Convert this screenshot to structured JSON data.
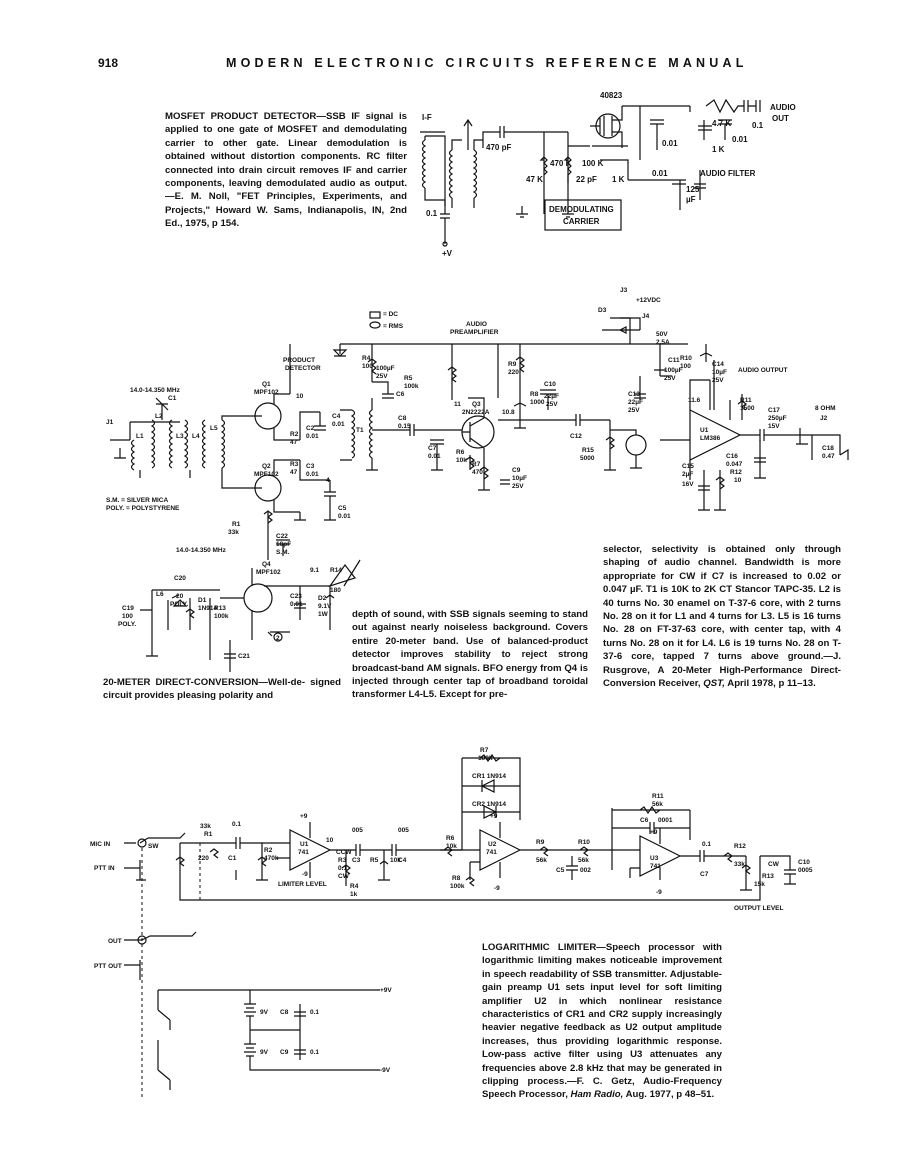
{
  "header": {
    "page_number": "918",
    "title": "MODERN ELECTRONIC CIRCUITS REFERENCE MANUAL"
  },
  "mosfet_caption": {
    "lead": "MOSFET PRODUCT DETECTOR—SSB IF signal",
    "body": "is applied to one gate of MOSFET and demodulating carrier to other gate. Linear demodulation is obtained without distortion components. RC filter connected into drain circuit removes IF and carrier components, leaving demodulated audio as output.—E. M. Noll, \"FET Principles, Experiments, and Projects,\" Howard W. Sams, Indianapolis, IN, 2nd Ed., 1975, p 154."
  },
  "mosfet_schematic": {
    "labels": [
      "40823",
      "AUDIO",
      "OUT",
      "I-F",
      "470 pF",
      "4.7 K",
      "0.1",
      "0.01",
      "0.01",
      "1 K",
      "AUDIO FILTER",
      "470 K",
      "100 K",
      "47 K",
      "22 pF",
      "1 K",
      "0.01",
      "125",
      "µF",
      "DEMODULATING",
      "CARRIER",
      "0.1",
      "+V"
    ]
  },
  "dc_schematic": {
    "legend": [
      "= DC",
      "= RMS"
    ],
    "labels": [
      "J3",
      "+12VDC",
      "D3",
      "J4",
      "50V",
      "2.5A",
      "AUDIO",
      "PREAMPLIFIER",
      "PRODUCT",
      "DETECTOR",
      "R4",
      "100",
      "100µF",
      "25V",
      "C6",
      "R9",
      "220",
      "C11",
      "100µF",
      "25V",
      "R10",
      "100",
      "C14",
      "10µF",
      "25V",
      "AUDIO OUTPUT",
      "14.0-14.350 MHz",
      "C1",
      "Q1",
      "MPF102",
      "10",
      "R5",
      "100k",
      "11",
      "C10",
      "22µF",
      "25V",
      "R8",
      "1000",
      "C13",
      "22µF",
      "25V",
      "11.6",
      "R11",
      "1500",
      "C17",
      "250µF",
      "15V",
      "8 OHM",
      "J2",
      "J1",
      "L1",
      "L2",
      "L3",
      "L4",
      "L5",
      "R2",
      "47",
      "C2",
      "0.01",
      "C4",
      "0.01",
      "T1",
      "C8",
      "0.15",
      "Q3",
      "2N2222A",
      "10.8",
      "C12",
      "U1",
      "LM386",
      "C18",
      "0.47",
      "C7",
      "0.01",
      "R6",
      "10k",
      "R7",
      "470",
      "C9",
      "10µF",
      "25V",
      "R15",
      "5000",
      "C16",
      "0.047",
      "Q2",
      "MPF102",
      "R3",
      "47",
      "C3",
      "0.01",
      "4",
      "C15",
      "2µF",
      "16V",
      "R12",
      "10",
      "S.M. = SILVER MICA",
      "POLY. = POLYSTYRENE",
      "C5",
      "0.01",
      "R1",
      "33k",
      "C22",
      "10pF",
      "S.M.",
      "14.0-14.350 MHz",
      "Q4",
      "MPF102",
      "9.1",
      "R14",
      "180",
      "C20",
      "C19",
      "100",
      "POLY.",
      "L6",
      "20",
      "POLY.",
      "D1",
      "1N914",
      "R13",
      "100k",
      "C23",
      "0.01",
      "D2",
      "9.1V",
      "1W",
      "C21",
      "2"
    ]
  },
  "dc_caption_col1": {
    "lead": "20-METER DIRECT-CONVERSION—Well-de-",
    "body": "signed circuit provides pleasing polarity and"
  },
  "dc_caption_col2": {
    "body": "depth of sound, with SSB signals seeming to stand out against nearly noiseless background. Covers entire 20-meter band. Use of balanced-product detector improves stability to reject strong broadcast-band AM signals. BFO energy from Q4 is injected through center tap of broadband toroidal transformer L4-L5. Except for pre-"
  },
  "dc_caption_col3": {
    "body": "selector, selectivity is obtained only through shaping of audio channel. Bandwidth is more appropriate for CW if C7 is increased to 0.02 or 0.047 µF. T1 is 10K to 2K CT Stancor TAPC-35. L2 is 40 turns No. 30 enamel on T-37-6 core, with 2 turns No. 28 on it for L1 and 4 turns for L3. L5 is 16 turns No. 28 on FT-37-63 core, with center tap, with 4 turns No. 28 on it for L4. L6 is 19 turns No. 28 on T-37-6 core, tapped 7 turns above ground.—J. Rusgrove, A 20-Meter High-Performance Direct-Conversion Receiver,",
    "source": "QST,",
    "tail": "April 1978, p 11–13."
  },
  "log_schematic": {
    "labels": [
      "R7",
      "100k",
      "CR1 1N914",
      "CR2 1N914",
      "R11",
      "56k",
      "C6",
      "0001",
      "MIC IN",
      "SW",
      "33k",
      "R1",
      "220",
      "C1",
      "0.1",
      "R2",
      "470k",
      "+9",
      "U1",
      "741",
      "10",
      "CCW",
      "R3",
      "0.1",
      "CW",
      "R4",
      "1k",
      "LIMITER LEVEL",
      "-9",
      "005",
      "C3",
      "R5",
      "10k",
      "005",
      "C4",
      "R6",
      "10k",
      "+9",
      "U2",
      "741",
      "R9",
      "56k",
      "R10",
      "56k",
      "C5",
      "002",
      "+9",
      "U3",
      "741",
      "0.1",
      "C7",
      "R12",
      "33k",
      "C10",
      "0005",
      "15k",
      "R13",
      "CW",
      "OUTPUT LEVEL",
      "R8",
      "100k",
      "-9",
      "-9",
      "PTT IN",
      "OUT",
      "PTT OUT",
      "+9V",
      "9V",
      "C8",
      "0.1",
      "9V",
      "C9",
      "0.1",
      "-9V"
    ]
  },
  "log_caption": {
    "lead": "LOGARITHMIC LIMITER—Speech processor",
    "body": "with logarithmic limiting makes noticeable improvement in speech readability of SSB transmitter. Adjustable-gain preamp U1 sets input level for soft limiting amplifier U2 in which nonlinear resistance characteristics of CR1 and CR2 supply increasingly heavier negative feedback as U2 output amplitude increases, thus providing logarithmic response. Low-pass active filter using U3 attenuates any frequencies above 2.8 kHz that may be generated in clipping process.—F. C. Getz, Audio-Frequency Speech Processor,",
    "source": "Ham Radio,",
    "tail": "Aug. 1977, p 48–51."
  }
}
